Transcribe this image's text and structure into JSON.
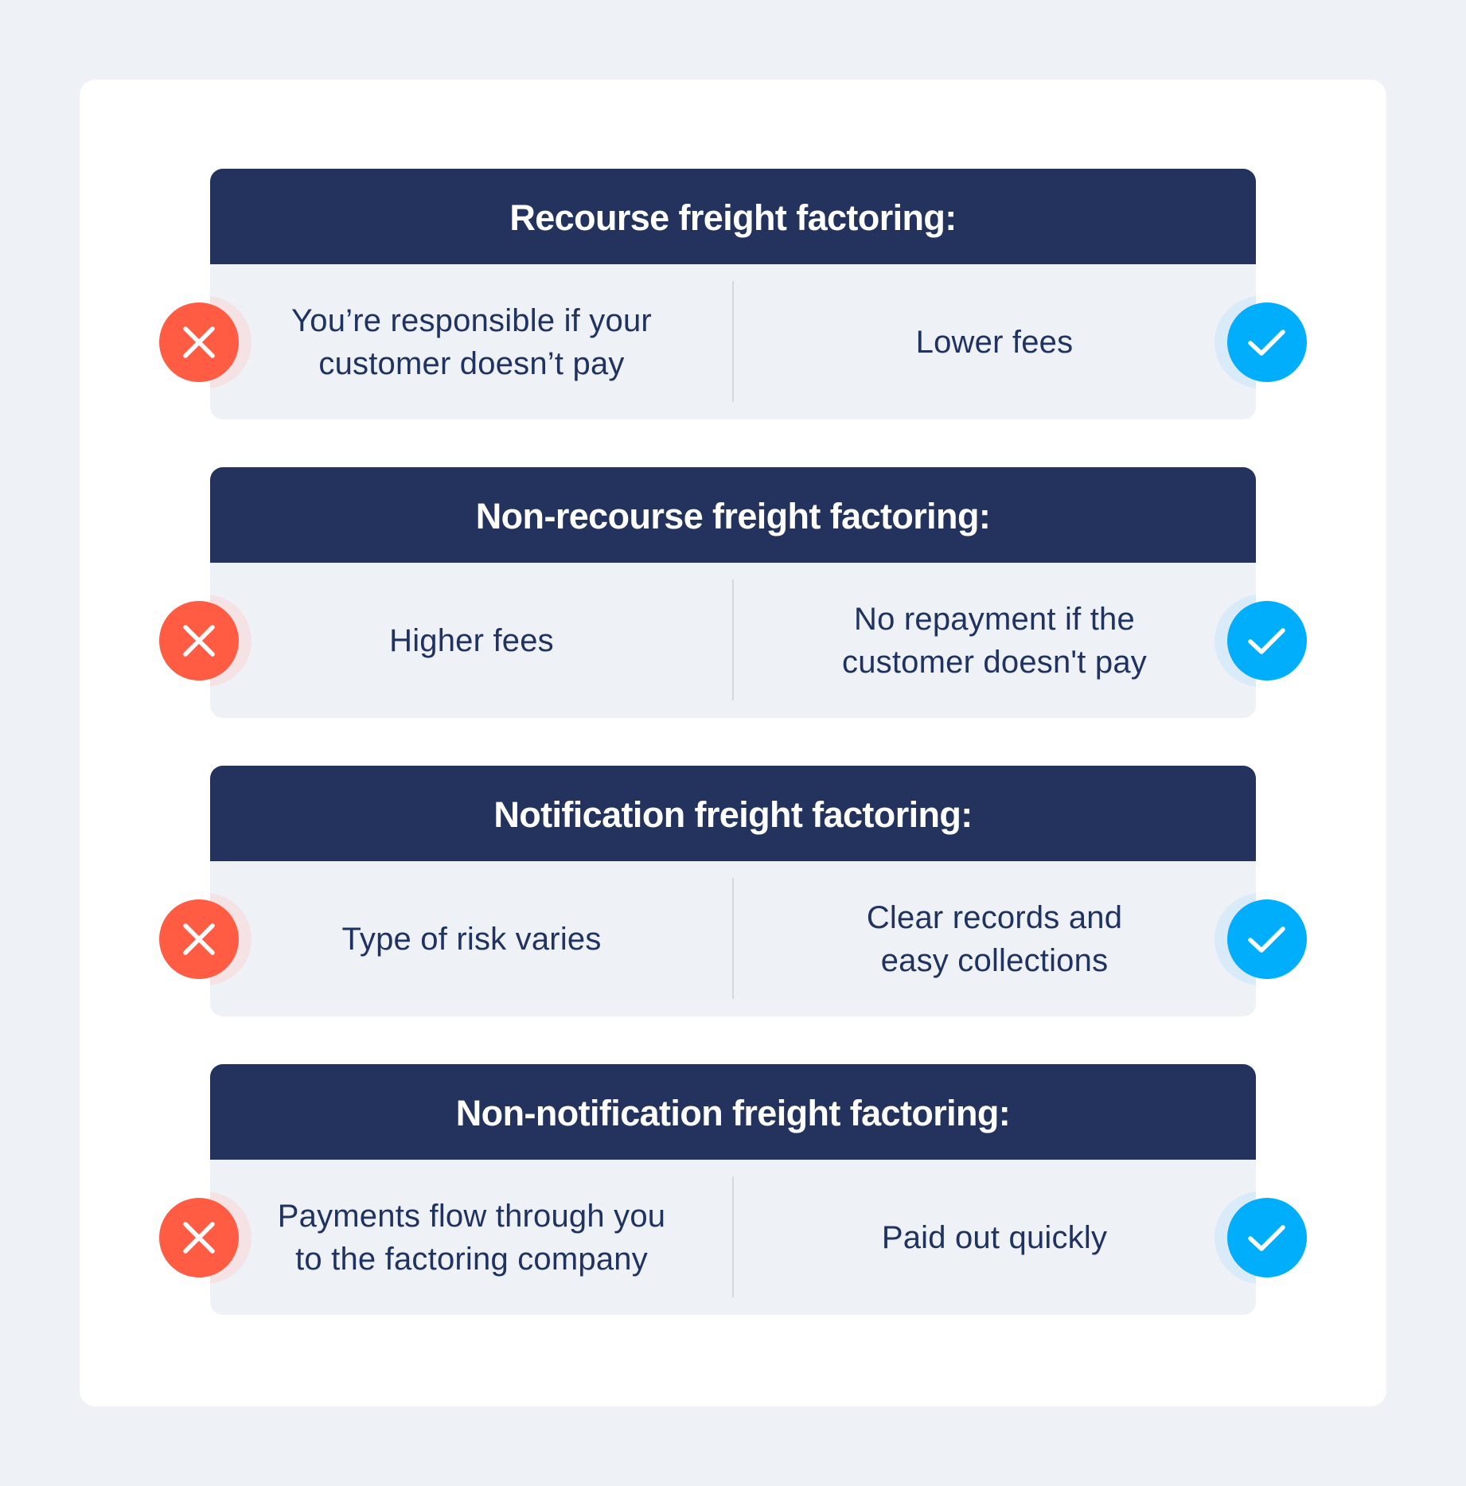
{
  "colors": {
    "page_background": "#eef1f6",
    "panel_background": "#ffffff",
    "header_background": "#23335d",
    "header_text": "#ffffff",
    "body_background": "#eef1f6",
    "body_text": "#1f3260",
    "con_icon": "#ff5c43",
    "pro_icon": "#00aefc"
  },
  "cards": [
    {
      "title": "Recourse freight factoring:",
      "con": {
        "icon": "x-icon",
        "text": "You’re responsible if your\ncustomer doesn’t pay"
      },
      "pro": {
        "icon": "check-icon",
        "text": "Lower fees"
      }
    },
    {
      "title": "Non-recourse freight factoring:",
      "con": {
        "icon": "x-icon",
        "text": "Higher fees"
      },
      "pro": {
        "icon": "check-icon",
        "text": "No repayment if the\ncustomer doesn't pay"
      }
    },
    {
      "title": "Notification freight factoring:",
      "con": {
        "icon": "x-icon",
        "text": "Type of risk varies"
      },
      "pro": {
        "icon": "check-icon",
        "text": "Clear records and\neasy collections"
      }
    },
    {
      "title": "Non-notification freight factoring:",
      "con": {
        "icon": "x-icon",
        "text": "Payments flow through you\nto the factoring company"
      },
      "pro": {
        "icon": "check-icon",
        "text": "Paid out quickly"
      }
    }
  ]
}
